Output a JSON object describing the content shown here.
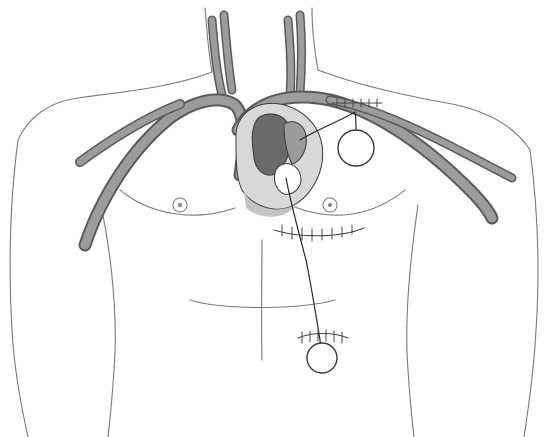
{
  "figure": {
    "colors": {
      "background": "#ffffff",
      "outline": "#7a7a7a",
      "vessel_outline": "#5a5a5a",
      "vessel_fill": "#9c9c9c",
      "heart_fill": "#d8d8d8",
      "device": "#ffffff"
    },
    "elements": [
      "torso-outline",
      "neck-veins",
      "right-subclavian-vein",
      "left-subclavian-vein",
      "heart",
      "left-chest-pulse-generator",
      "abdominal-pulse-generator",
      "lead-wire",
      "sternotomy-suture",
      "nipples"
    ]
  }
}
